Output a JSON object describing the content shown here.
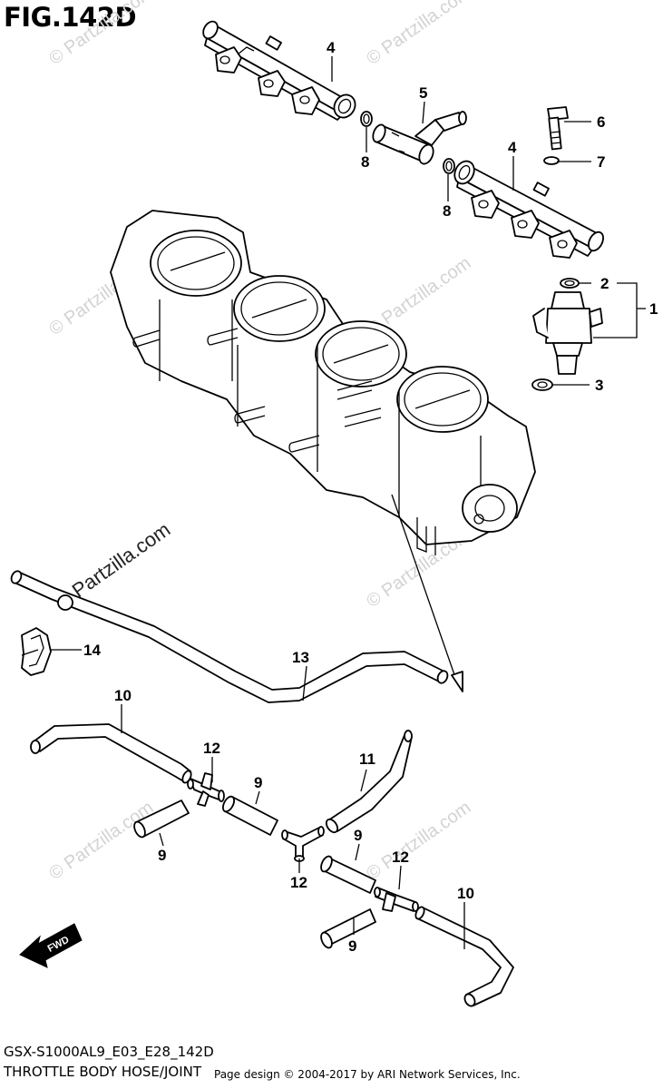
{
  "figure": {
    "title": "FIG.142D",
    "model_code": "GSX-S1000AL9_E03_E28_142D",
    "section_name": "THROTTLE BODY HOSE/JOINT",
    "page_credit": "Page design © 2004-2017 by ARI Network Services, Inc."
  },
  "watermark": {
    "main": "© Partzilla.com",
    "faint": "© Partzilla.com"
  },
  "callouts": {
    "c1": "1",
    "c2": "2",
    "c3": "3",
    "c4a": "4",
    "c4b": "4",
    "c5": "5",
    "c6": "6",
    "c7": "7",
    "c8a": "8",
    "c8b": "8",
    "c9a": "9",
    "c9b": "9",
    "c9c": "9",
    "c9d": "9",
    "c10a": "10",
    "c10b": "10",
    "c11": "11",
    "c12a": "12",
    "c12b": "12",
    "c12c": "12",
    "c13": "13",
    "c14": "14"
  },
  "fwd_badge": "FWD"
}
